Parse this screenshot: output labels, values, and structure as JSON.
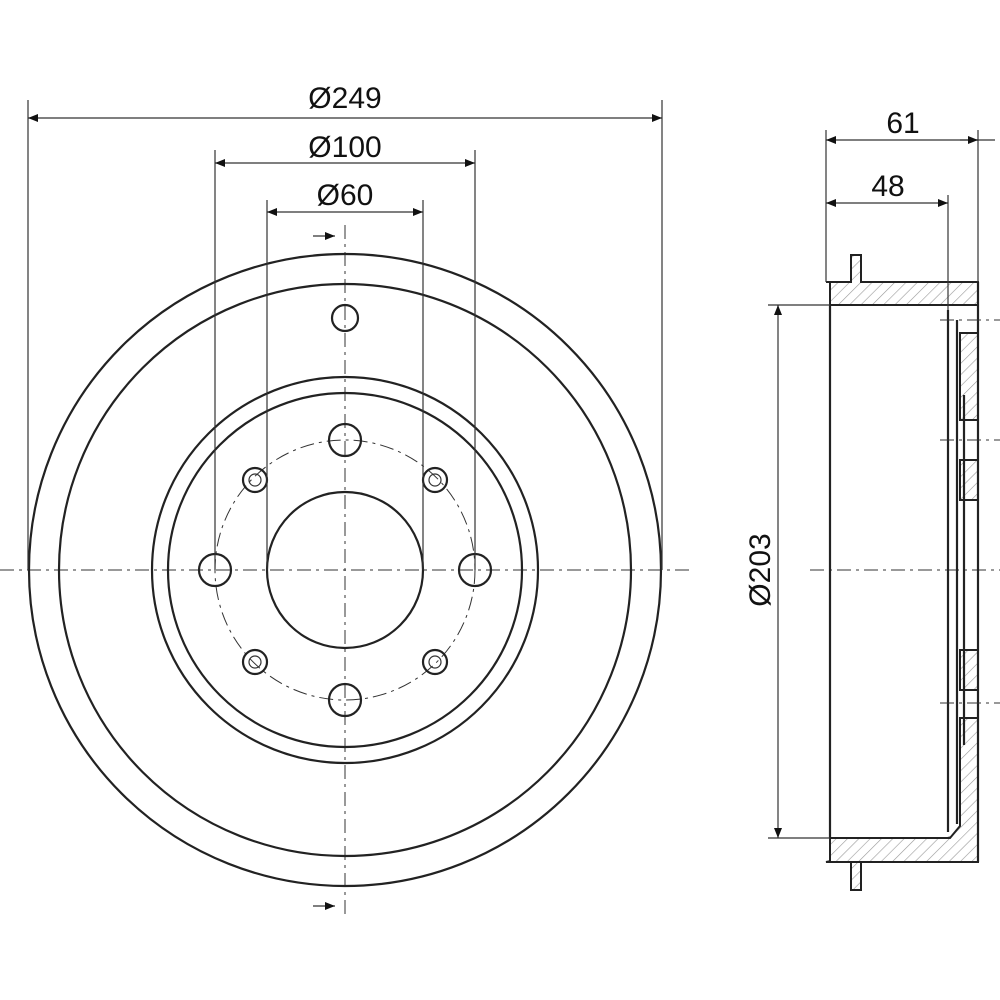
{
  "title": "Brake drum technical drawing",
  "dimensions": {
    "outer_diameter": "Ø249",
    "bolt_circle": "Ø100",
    "center_bore": "Ø60",
    "braking_diameter": "Ø203",
    "total_height": "61",
    "inner_height": "48"
  },
  "colors": {
    "line": "#222222",
    "background": "#ffffff"
  }
}
